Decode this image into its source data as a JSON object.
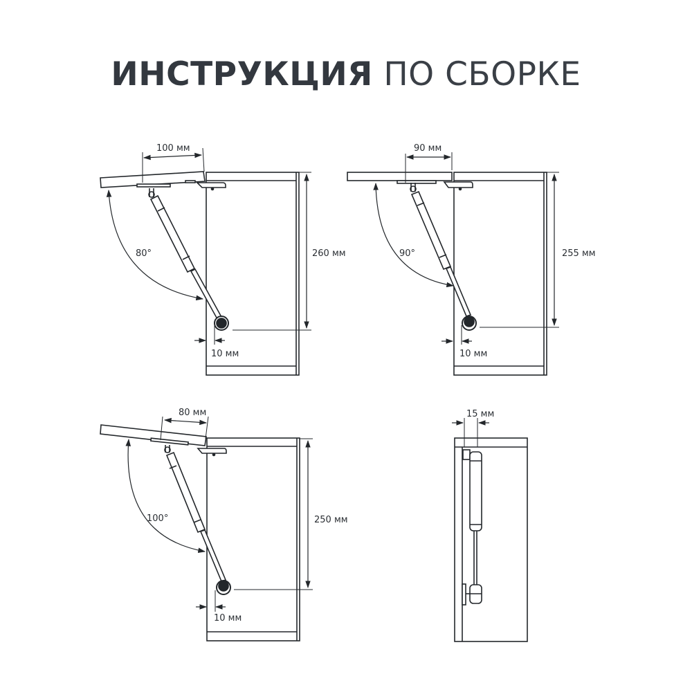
{
  "title": {
    "bold": "ИНСТРУКЦИЯ",
    "light": "ПО СБОРКЕ"
  },
  "colors": {
    "line": "#23272b",
    "text": "#33383f",
    "background": "#ffffff"
  },
  "diagrams": [
    {
      "id": "variant-80",
      "mount_offset_label": "100 мм",
      "angle_label": "80°",
      "height_label": "260 мм",
      "side_offset_label": "10 мм"
    },
    {
      "id": "variant-90",
      "mount_offset_label": "90 мм",
      "angle_label": "90°",
      "height_label": "255 мм",
      "side_offset_label": "10 мм"
    },
    {
      "id": "variant-100",
      "mount_offset_label": "80 мм",
      "angle_label": "100°",
      "height_label": "250 мм",
      "side_offset_label": "10 мм"
    },
    {
      "id": "front-view",
      "depth_offset_label": "15 мм"
    }
  ]
}
